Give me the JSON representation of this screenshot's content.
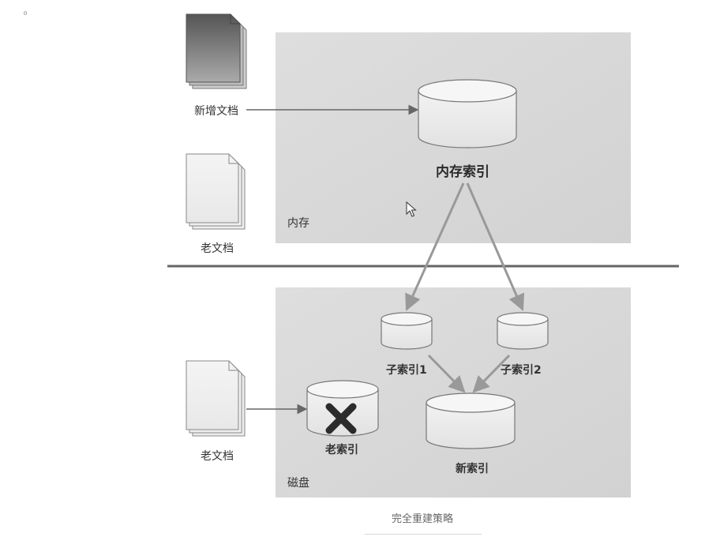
{
  "page": {
    "bullet": "◦",
    "caption": "完全重建策略"
  },
  "diagram": {
    "regions": {
      "memory": "内存",
      "disk": "磁盘"
    },
    "documents": {
      "new_doc": "新增文档",
      "old_doc_top": "老文档",
      "old_doc_bottom": "老文档"
    },
    "indexes": {
      "memory_index": "内存索引",
      "sub_index_1": "子索引1",
      "sub_index_2": "子索引2",
      "old_index": "老索引",
      "new_index": "新索引"
    },
    "icons": {
      "old_index_mark": "x-mark-icon",
      "cursor": "mouse-pointer-icon"
    }
  }
}
